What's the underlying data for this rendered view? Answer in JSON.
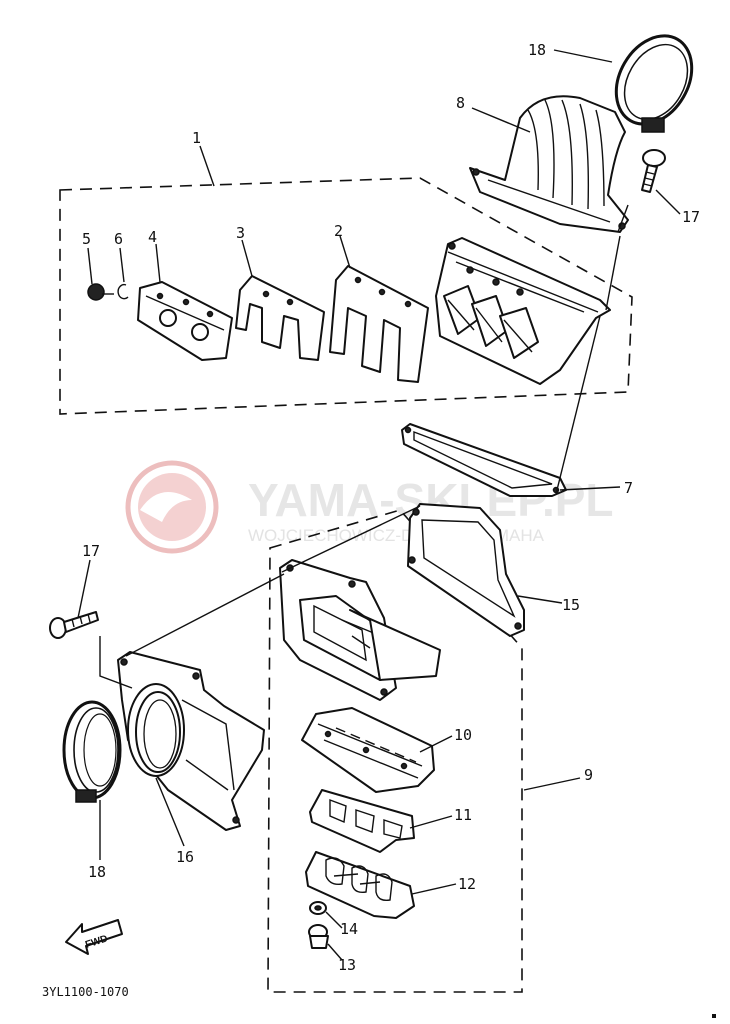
{
  "watermark": {
    "brand": "YAMA-SKLEP.PL",
    "subtitle": "WOJCIECHOWICZ-DEALER YAMAHA",
    "logo_color": "#e9a5a5"
  },
  "diagram_code": "3YL1100-1070",
  "fwd_label": "FWD",
  "callouts": {
    "c1": "1",
    "c2": "2",
    "c3": "3",
    "c4": "4",
    "c5": "5",
    "c6": "6",
    "c7": "7",
    "c8": "8",
    "c9": "9",
    "c10": "10",
    "c11": "11",
    "c12": "12",
    "c13": "13",
    "c14": "14",
    "c15": "15",
    "c16": "16",
    "c17a": "17",
    "c17b": "17",
    "c18a": "18",
    "c18b": "18"
  }
}
